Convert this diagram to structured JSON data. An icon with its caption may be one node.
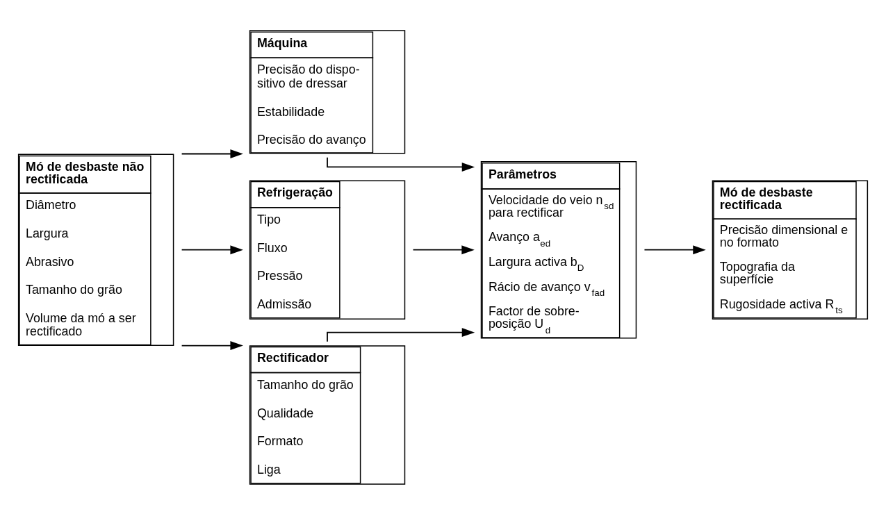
{
  "diagram": {
    "nodes": [
      {
        "text": [
          "Mó de desbaste não rectificada",
          "Diâmetro",
          "Largura",
          "Abrasivo",
          "Tamanho do grão",
          "Volume da mó a ser rectificado"
        ]
      },
      {
        "text": [
          "Máquina",
          "Precisão do dispo- sitivo de dressar",
          "Estabilidade",
          "Precisão do avanço"
        ]
      },
      {
        "text": [
          "Refrigeração",
          "Tipo",
          "Fluxo",
          "Pressão",
          "Admissão"
        ]
      },
      {
        "text": [
          "Rectificador",
          "Tamanho do grão",
          "Qualidade",
          "Formato",
          "Liga"
        ]
      },
      {
        "text": [
          "Parâmetros",
          "Velocidade do veio n$_{sd}$ para rectificar",
          "Avanço a$_{ed}$",
          "Largura activa b$_{D}$",
          "Rácio de avanço v$_{fad}$",
          "Factor de sobre- posição U$_{d}$"
        ]
      },
      {
        "text": [
          "Mó de desbaste rectificada",
          "Precisão dimensional e no formato",
          "Topografia da superfície",
          "Rugosidade activa R$_{ts}$"
        ]
      }
    ],
    "edges": [
      {
        "from": 0,
        "to": 1,
        "arrow": "to"
      },
      {
        "from": 0,
        "to": 2,
        "arrow": "to"
      },
      {
        "from": 0,
        "to": 3,
        "arrow": "to"
      },
      {
        "from": 1,
        "to": 4,
        "arrow": "to"
      },
      {
        "from": 2,
        "to": 4,
        "arrow": "to"
      },
      {
        "from": 3,
        "to": 4,
        "arrow": "to"
      },
      {
        "from": 4,
        "to": 5,
        "arrow": "to"
      }
    ]
  }
}
